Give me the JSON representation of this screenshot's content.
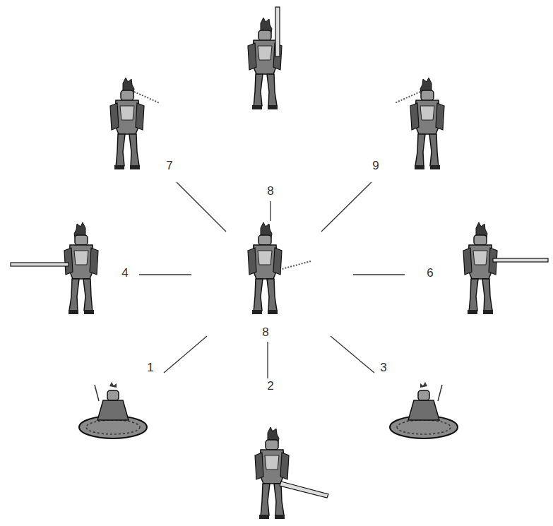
{
  "diagram": {
    "labels": [
      "8",
      "7",
      "9",
      "4",
      "6",
      "8",
      "1",
      "2",
      "3"
    ]
  }
}
